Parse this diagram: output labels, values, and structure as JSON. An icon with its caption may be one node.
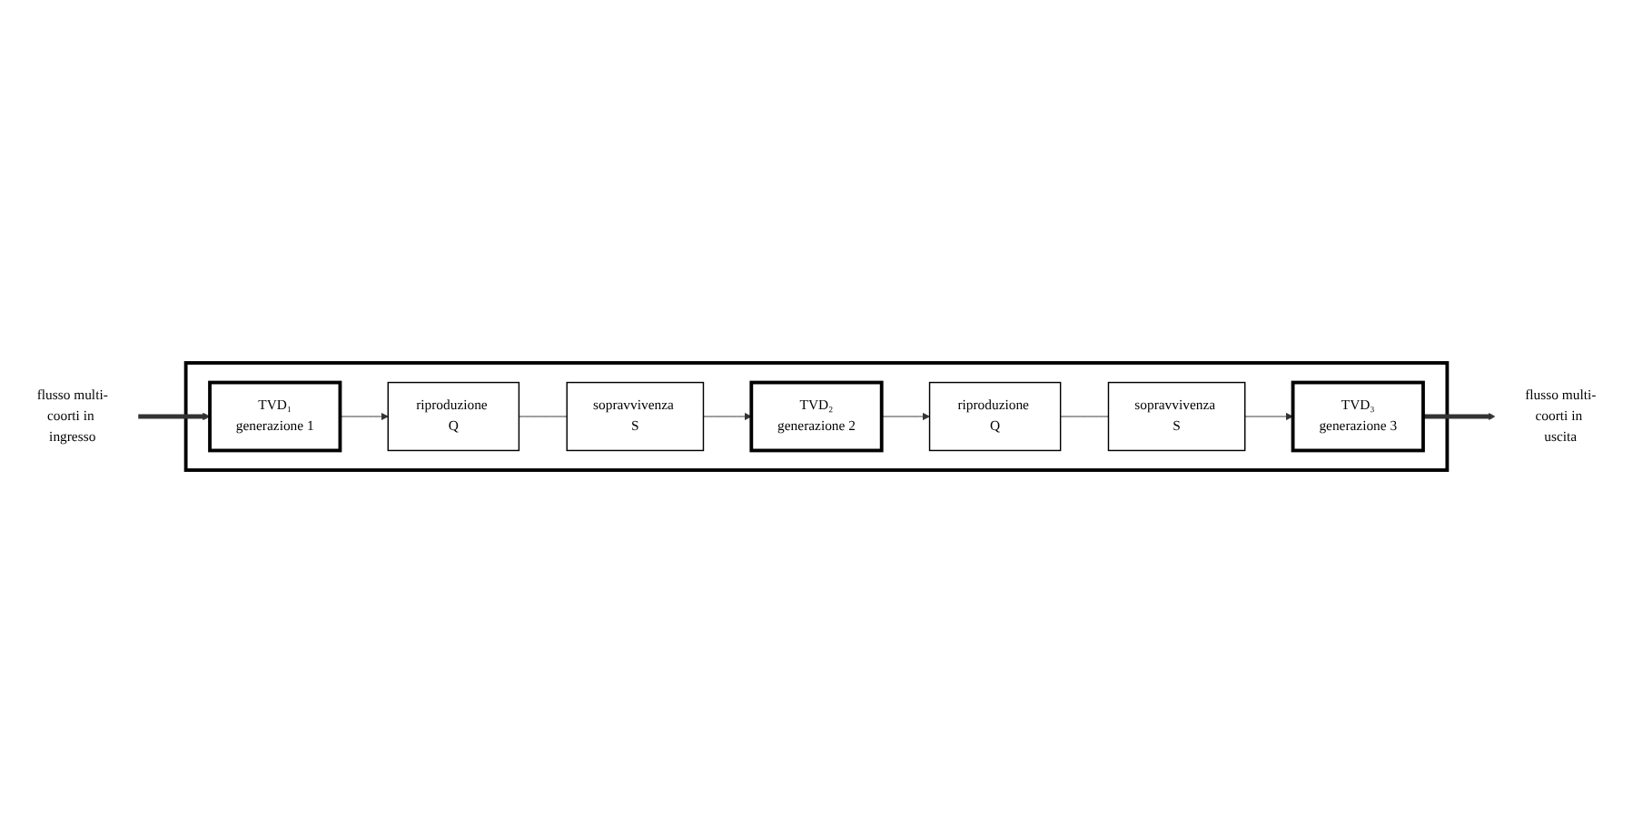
{
  "diagram": {
    "nodes": [
      {
        "text": [],
        "shape": "box"
      },
      {
        "text": [
          "flusso multi-coorti in ingresso"
        ]
      },
      {
        "text": [
          "TVD₁",
          "generazione 1"
        ],
        "in": 0
      },
      {
        "text": [
          "riproduzione Q"
        ],
        "in": 0
      },
      {
        "text": [
          "sopravvivenza S"
        ],
        "in": 0
      },
      {
        "text": [
          "TVD₂",
          "generazione 2"
        ],
        "in": 0
      },
      {
        "text": [
          "riproduzione Q"
        ],
        "in": 0
      },
      {
        "text": [
          "sopravvivenza S"
        ],
        "in": 0
      },
      {
        "text": [
          "TVD₃",
          "generazione 3"
        ],
        "in": 0
      },
      {
        "text": [
          "flusso multi-coorti in uscita"
        ]
      }
    ],
    "edges": [
      {
        "from": 1,
        "to": 2,
        "arrow": "to",
        "style": "thick"
      },
      {
        "from": 2,
        "to": 3,
        "arrow": "to"
      },
      {
        "from": 3,
        "to": 4,
        "arrow": "none"
      },
      {
        "from": 4,
        "to": 5,
        "arrow": "to"
      },
      {
        "from": 5,
        "to": 6,
        "arrow": "to"
      },
      {
        "from": 6,
        "to": 7,
        "arrow": "none"
      },
      {
        "from": 7,
        "to": 8,
        "arrow": "to"
      },
      {
        "from": 8,
        "to": 9,
        "arrow": "to",
        "style": "thick"
      }
    ]
  }
}
